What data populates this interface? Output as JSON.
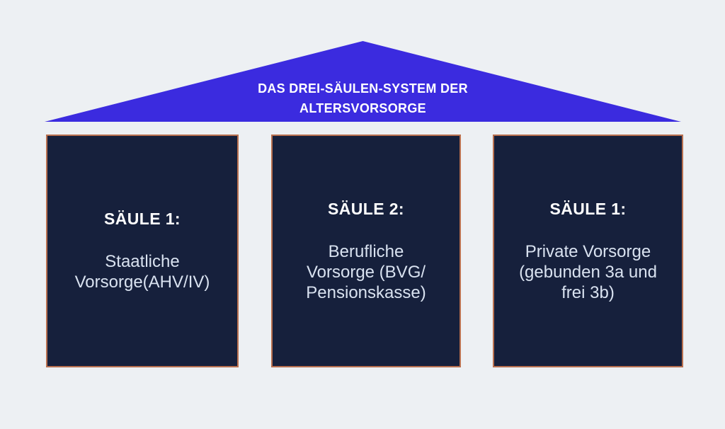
{
  "colors": {
    "background": "#edf0f3",
    "roof": "#3b2bdf",
    "pillar": "#16203c",
    "pillar_border": "#b9704f",
    "heading_text": "#ffffff",
    "body_text": "#d9e2f0"
  },
  "roof": {
    "title": "DAS DREI-SÄULEN-SYSTEM DER\nALTERSVORSORGE"
  },
  "pillars": [
    {
      "heading": "SÄULE 1:",
      "body": "Staatliche\nVorsorge(AHV/IV)"
    },
    {
      "heading": "SÄULE 2:",
      "body": "Berufliche\nVorsorge (BVG/\nPensionskasse)"
    },
    {
      "heading": "SÄULE 1:",
      "body": "Private Vorsorge\n(gebunden 3a und\nfrei 3b)"
    }
  ]
}
